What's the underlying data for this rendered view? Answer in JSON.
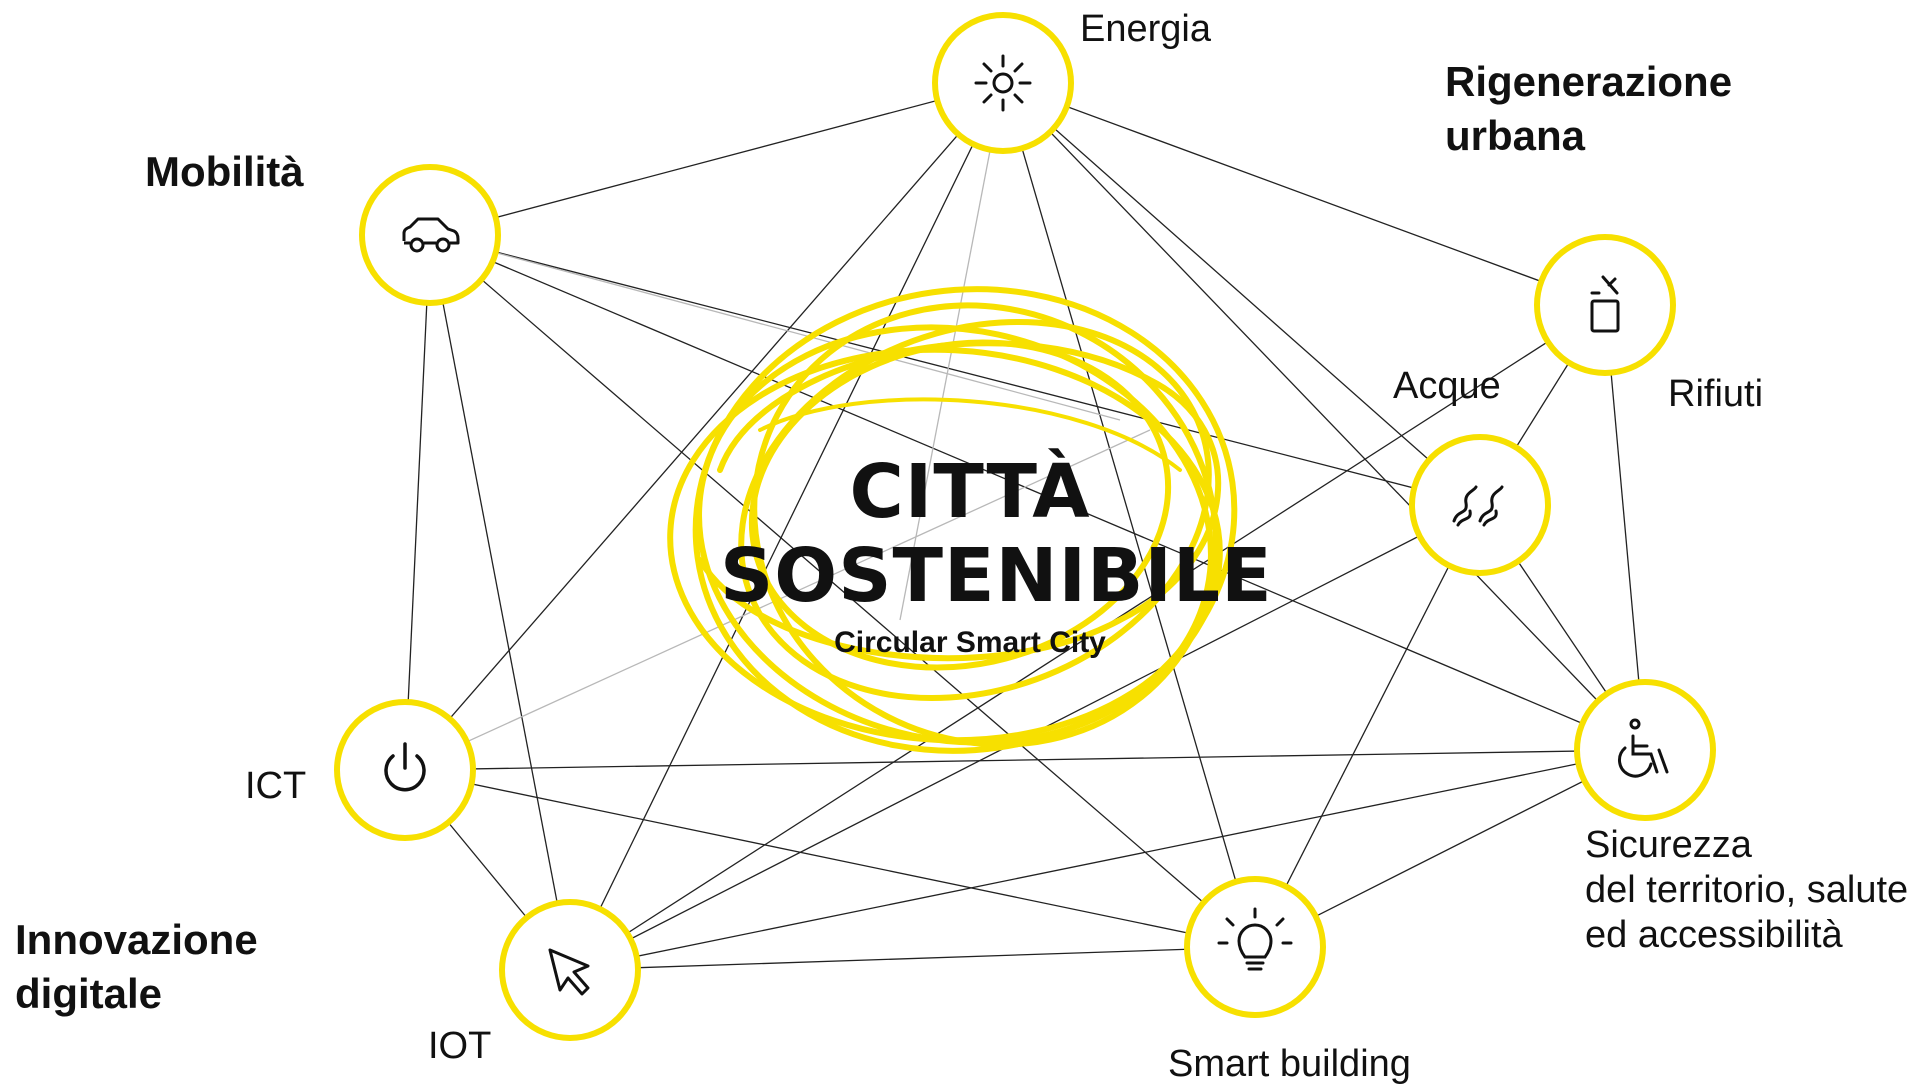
{
  "center": {
    "title_line1": "CITTÀ",
    "title_line2": "SOSTENIBILE",
    "subtitle": "Circular Smart City"
  },
  "categories": {
    "mobility": "Mobilità",
    "urban_regeneration_line1": "Rigenerazione",
    "urban_regeneration_line2": "urbana",
    "digital_innovation_line1": "Innovazione",
    "digital_innovation_line2": "digitale"
  },
  "nodes": [
    {
      "id": "energia",
      "label": "Energia",
      "icon": "sun-icon"
    },
    {
      "id": "mobilita",
      "label": "",
      "icon": "car-icon"
    },
    {
      "id": "rifiuti",
      "label": "Rifiuti",
      "icon": "waste-bin-icon"
    },
    {
      "id": "acque",
      "label": "Acque",
      "icon": "water-waves-icon"
    },
    {
      "id": "sicurezza",
      "label_lines": [
        "Sicurezza",
        "del territorio, salute",
        "ed accessibilità"
      ],
      "icon": "wheelchair-icon"
    },
    {
      "id": "smart_building",
      "label": "Smart building",
      "icon": "lightbulb-icon"
    },
    {
      "id": "iot",
      "label": "IOT",
      "icon": "cursor-pointer-icon"
    },
    {
      "id": "ict",
      "label": "ICT",
      "icon": "power-icon"
    }
  ],
  "colors": {
    "accent_yellow": "#F7E000",
    "line": "#222222",
    "line_light": "#b8b8b8",
    "text": "#111111"
  }
}
